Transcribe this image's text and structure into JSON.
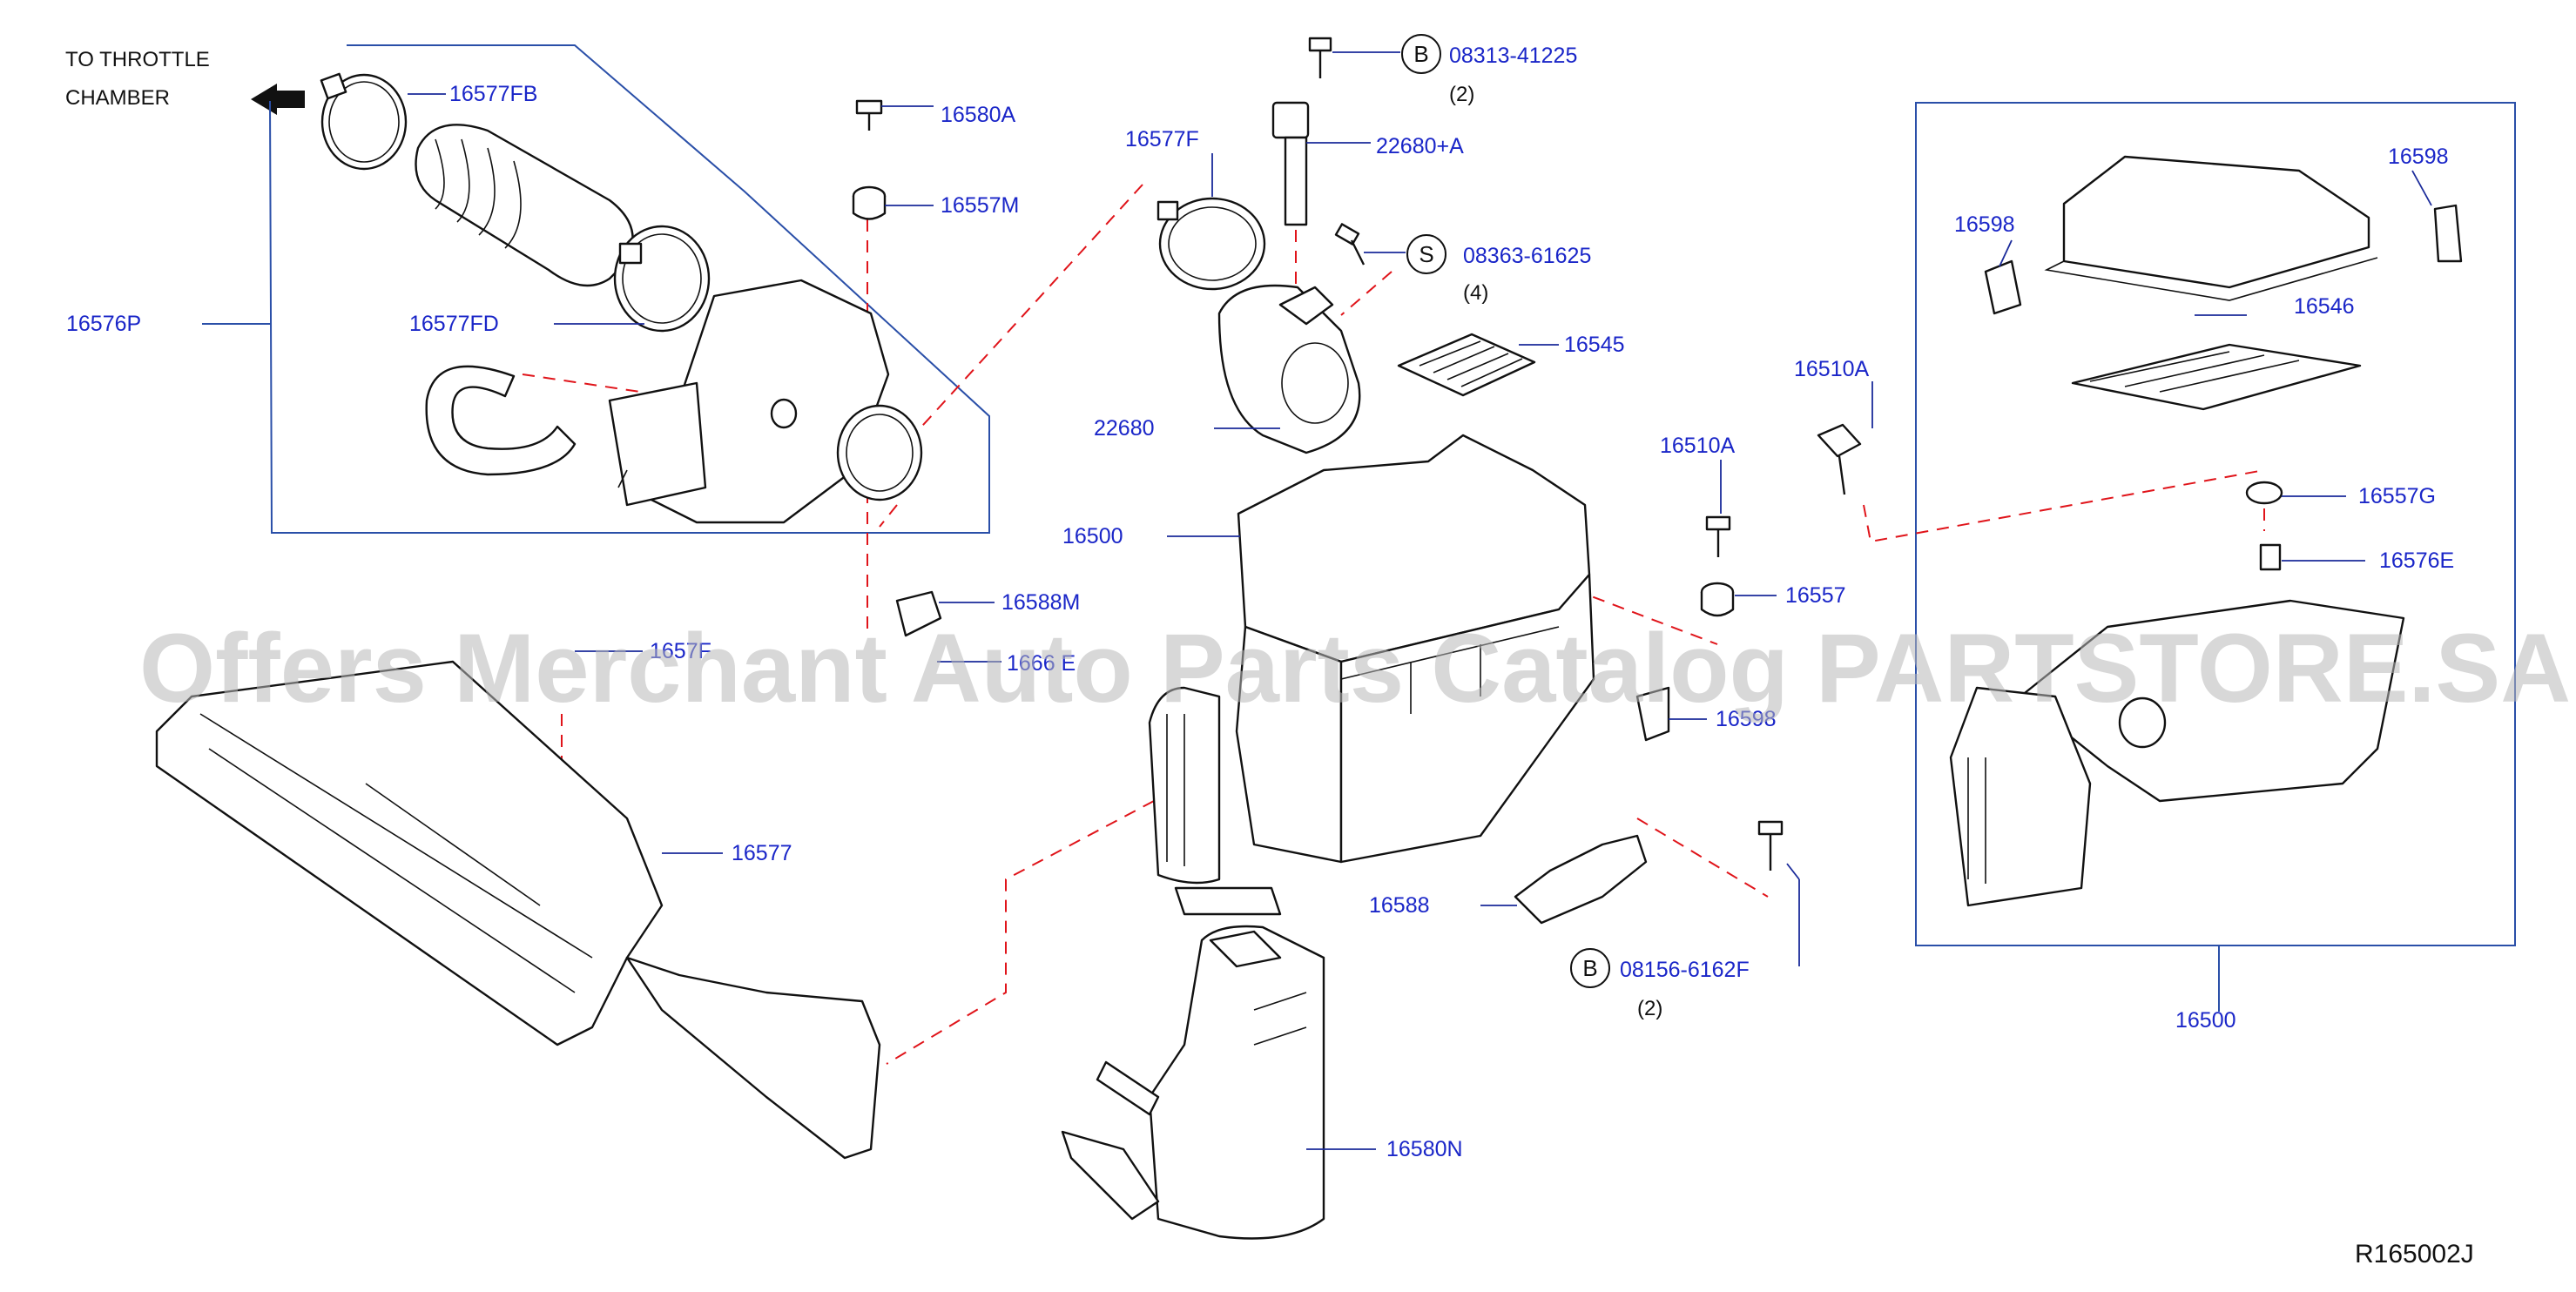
{
  "direction_note": {
    "line1": "TO   THROTTLE",
    "line2": "CHAMBER"
  },
  "labels": {
    "l_16577FB": "16577FB",
    "l_16576P": "16576P",
    "l_16577FD": "16577FD",
    "l_16580A": "16580A",
    "l_16557M": "16557M",
    "l_16577F": "16577F",
    "l_22680": "22680",
    "l_08313": "08313-41225",
    "l_08313_qty": "(2)",
    "l_22680A": "22680+A",
    "l_08363": "08363-61625",
    "l_08363_qty": "(4)",
    "l_16545": "16545",
    "l_16500_main": "16500",
    "l_16588M": "16588M",
    "l_1666E": "1666 E",
    "l_1657F": "1657F",
    "l_16577": "16577",
    "l_16510A_1": "16510A",
    "l_16510A_2": "16510A",
    "l_16557": "16557",
    "l_16598_1": "16598",
    "l_16598_2": "16598",
    "l_16598_3": "16598",
    "l_16588": "16588",
    "l_08156": "08156-6162F",
    "l_08156_qty": "(2)",
    "l_16580N": "16580N",
    "l_16546": "16546",
    "l_16557G": "16557G",
    "l_16576E": "16576E",
    "l_16500_box": "16500"
  },
  "circle_markers": {
    "b1": "B",
    "s1": "S",
    "b2": "B"
  },
  "watermark": "Offers Merchant Auto Parts Catalog PARTSTORE.SA",
  "diagram_ref": "R165002J",
  "colors": {
    "label": "#1a26c8",
    "leader": "#1a2a9a",
    "dashed_connector": "#e0141a",
    "frame": "#2a4fa8"
  }
}
